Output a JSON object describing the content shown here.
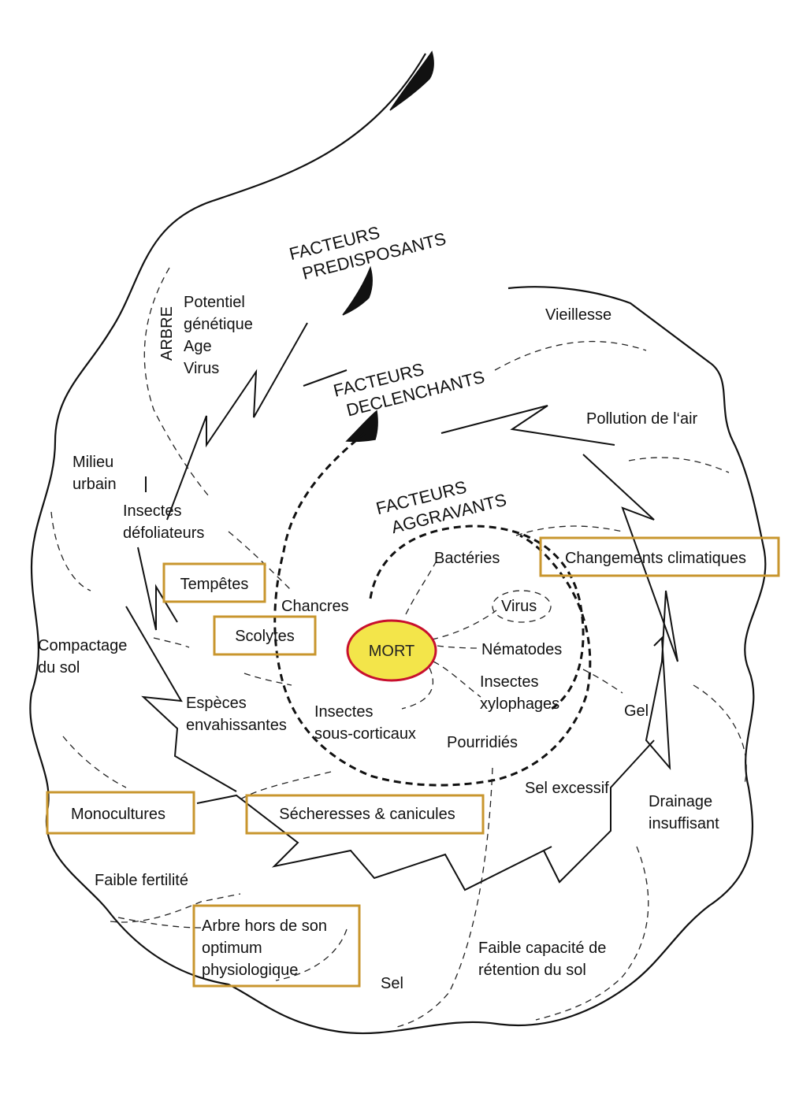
{
  "colors": {
    "box_border": "#c8962e",
    "mort_fill": "#f3e54a",
    "mort_border": "#c8102e",
    "line": "#111111"
  },
  "headers": {
    "predisposants": [
      "FACTEURS",
      "PREDISPOSANTS"
    ],
    "declenchants": [
      "FACTEURS",
      "DECLENCHANTS"
    ],
    "aggravants": [
      "FACTEURS",
      "AGGRAVANTS"
    ]
  },
  "center": {
    "label": "MORT"
  },
  "labels": {
    "arbre": "ARBRE",
    "potentiel": [
      "Potentiel",
      "génétique",
      "Age",
      "Virus"
    ],
    "vieillesse": "Vieillesse",
    "pollution": "Pollution de l‘air",
    "milieu_urbain": [
      "Milieu",
      "urbain"
    ],
    "insectes_defoliateurs": [
      "Insectes",
      "défoliateurs"
    ],
    "chancres": "Chancres",
    "bacteries": "Bactéries",
    "virus_inner": "Virus",
    "nematodes": "Nématodes",
    "insectes_xylophages": [
      "Insectes",
      "xylophages"
    ],
    "compactage": [
      "Compactage",
      "du sol"
    ],
    "especes": [
      "Espèces",
      "envahissantes"
    ],
    "insectes_sous_corticaux": [
      "Insectes",
      "sous-corticaux"
    ],
    "pourridies": "Pourridiés",
    "gel": "Gel",
    "sel_excessif": "Sel excessif",
    "drainage": [
      "Drainage",
      "insuffisant"
    ],
    "faible_fertilite": "Faible fertilité",
    "faible_capacite": [
      "Faible capacité de",
      "rétention du sol"
    ],
    "sel": "Sel"
  },
  "boxes": {
    "tempetes": "Tempêtes",
    "scolytes": "Scolytes",
    "changements_climatiques": "Changements climatiques",
    "monocultures": "Monocultures",
    "secheresses": "Sécheresses & canicules",
    "arbre_hors": [
      "Arbre hors de son",
      "optimum",
      "physiologique"
    ]
  }
}
